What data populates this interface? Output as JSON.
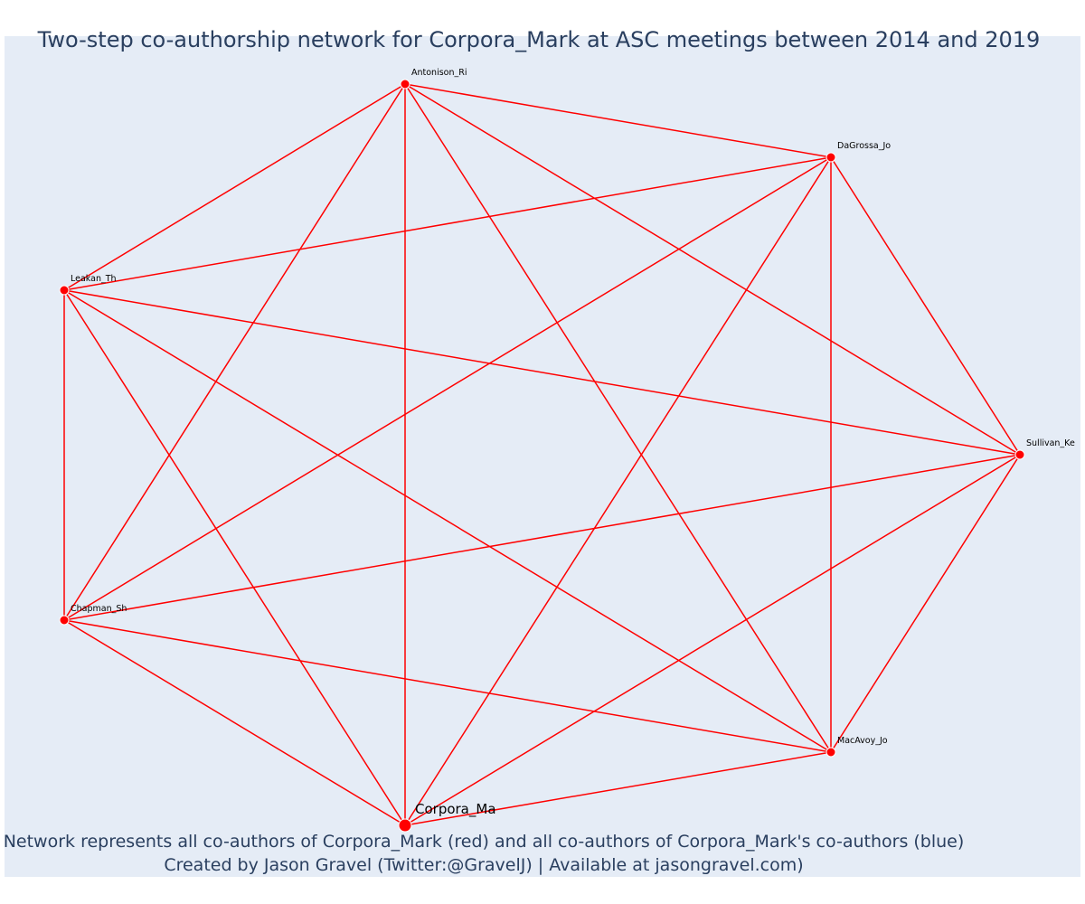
{
  "title": "Two-step co-authorship network for Corpora_Mark at ASC meetings between 2014 and 2019",
  "footnote": {
    "line1": "Network represents all co-authors of Corpora_Mark (red) and all co-authors of Corpora_Mark's co-authors (blue)",
    "line2": "Created by Jason Gravel (Twitter:@GravelJ) | Available at jasongravel.com)"
  },
  "colors": {
    "edge": "#ff0000",
    "node": "#ff0000",
    "node_outline": "#ffffff",
    "plot_bg": "#e5ecf6",
    "text": "#2a3f5f"
  },
  "nodes": [
    {
      "id": "Antonison_Ri",
      "label": "Antonison_Ri",
      "role": "co-author"
    },
    {
      "id": "DaGrossa_Jo",
      "label": "DaGrossa_Jo",
      "role": "co-author"
    },
    {
      "id": "Leakan_Th",
      "label": "Leakan_Th",
      "role": "co-author"
    },
    {
      "id": "Sullivan_Ke",
      "label": "Sullivan_Ke",
      "role": "co-author"
    },
    {
      "id": "Chapman_Sh",
      "label": "Chapman_Sh",
      "role": "co-author"
    },
    {
      "id": "MacAvoy_Jo",
      "label": "MacAvoy_Jo",
      "role": "co-author"
    },
    {
      "id": "Corpora_Ma",
      "label": "Corpora_Ma",
      "role": "focal"
    }
  ],
  "edges": [
    [
      "Corpora_Ma",
      "Antonison_Ri"
    ],
    [
      "Corpora_Ma",
      "DaGrossa_Jo"
    ],
    [
      "Corpora_Ma",
      "Leakan_Th"
    ],
    [
      "Corpora_Ma",
      "Sullivan_Ke"
    ],
    [
      "Corpora_Ma",
      "Chapman_Sh"
    ],
    [
      "Corpora_Ma",
      "MacAvoy_Jo"
    ],
    [
      "Antonison_Ri",
      "DaGrossa_Jo"
    ],
    [
      "Antonison_Ri",
      "Leakan_Th"
    ],
    [
      "Antonison_Ri",
      "Sullivan_Ke"
    ],
    [
      "Antonison_Ri",
      "Chapman_Sh"
    ],
    [
      "Antonison_Ri",
      "MacAvoy_Jo"
    ],
    [
      "DaGrossa_Jo",
      "Leakan_Th"
    ],
    [
      "DaGrossa_Jo",
      "Sullivan_Ke"
    ],
    [
      "DaGrossa_Jo",
      "Chapman_Sh"
    ],
    [
      "DaGrossa_Jo",
      "MacAvoy_Jo"
    ],
    [
      "Leakan_Th",
      "Sullivan_Ke"
    ],
    [
      "Leakan_Th",
      "Chapman_Sh"
    ],
    [
      "Leakan_Th",
      "MacAvoy_Jo"
    ],
    [
      "Sullivan_Ke",
      "Chapman_Sh"
    ],
    [
      "Sullivan_Ke",
      "MacAvoy_Jo"
    ],
    [
      "Chapman_Sh",
      "MacAvoy_Jo"
    ]
  ]
}
